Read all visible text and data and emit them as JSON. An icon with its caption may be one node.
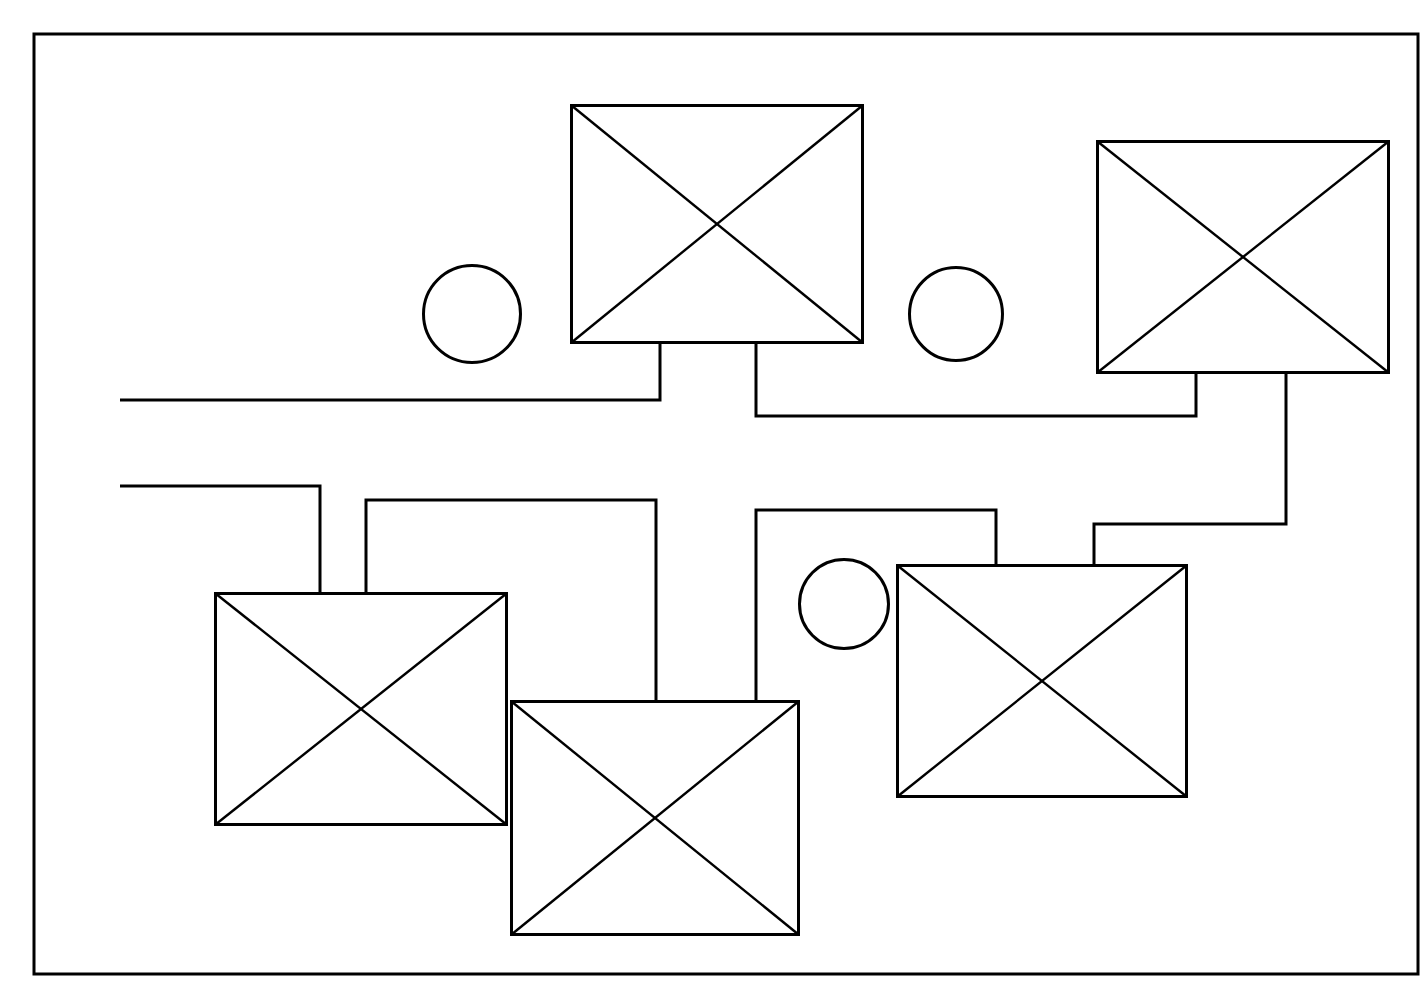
{
  "diagram": {
    "nodes": [
      {
        "text": [],
        "shape": "box"
      },
      {
        "text": [],
        "shape": "box"
      },
      {
        "text": [],
        "shape": "circle"
      },
      {
        "text": [],
        "shape": "circle"
      },
      {
        "text": [],
        "shape": "circle"
      },
      {
        "text": [],
        "shape": "box"
      },
      {
        "text": [],
        "shape": "box"
      },
      {
        "text": [],
        "shape": "box"
      }
    ],
    "edges": [
      {
        "from": null,
        "to": 0,
        "arrow": "none"
      },
      {
        "from": 0,
        "to": 1,
        "arrow": "none"
      },
      {
        "from": null,
        "to": 6,
        "arrow": "none"
      },
      {
        "from": 6,
        "to": 7,
        "arrow": "none"
      },
      {
        "from": 7,
        "to": 5,
        "arrow": "none"
      },
      {
        "from": 5,
        "to": 1,
        "arrow": "none"
      }
    ]
  }
}
